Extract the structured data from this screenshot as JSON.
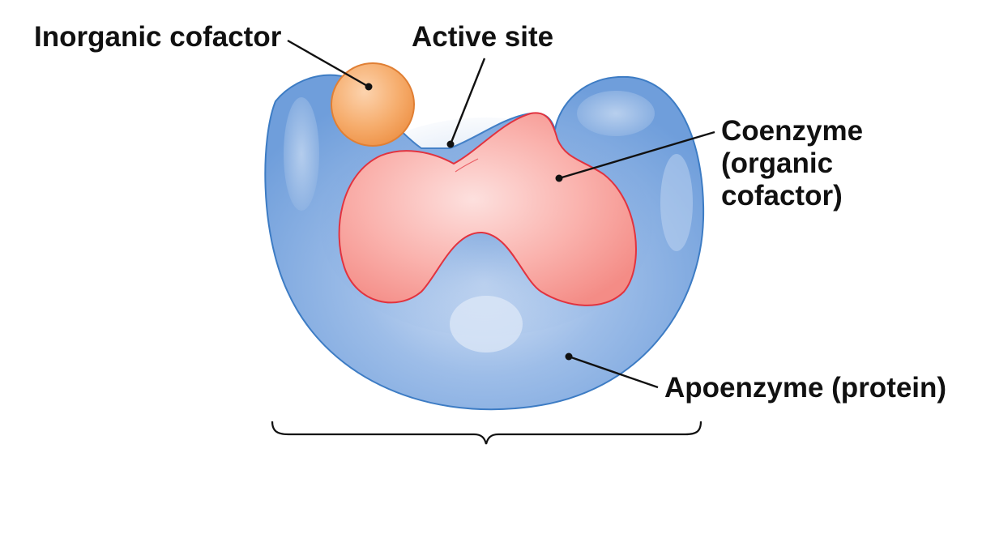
{
  "labels": {
    "inorganic_cofactor": "Inorganic cofactor",
    "active_site": "Active site",
    "coenzyme_line1": "Coenzyme",
    "coenzyme_line2": "(organic",
    "coenzyme_line3": "cofactor)",
    "apoenzyme": "Apoenzyme (protein)"
  },
  "colors": {
    "apoenzyme_fill": "#86ade0",
    "apoenzyme_edge": "#3d7cc4",
    "coenzyme_fill": "#f7a19c",
    "coenzyme_edge": "#e2333f",
    "inorganic_cofactor_fill": "#f3a060",
    "inorganic_cofactor_edge": "#e07f34",
    "text": "#111111"
  }
}
